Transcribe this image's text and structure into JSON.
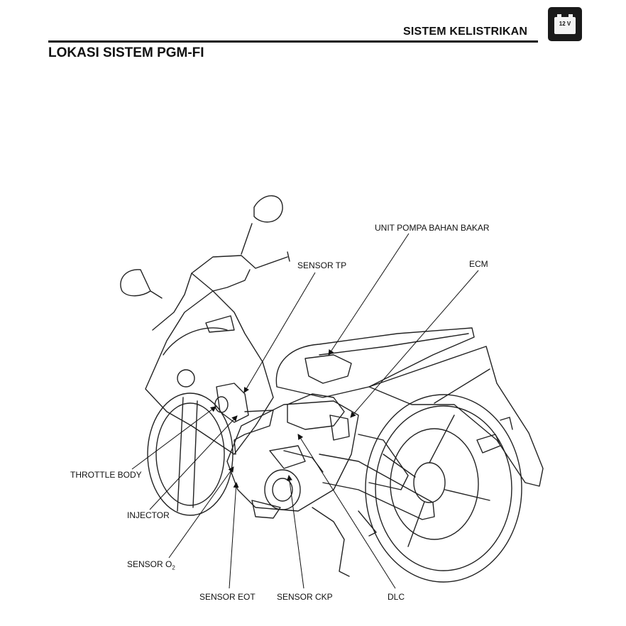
{
  "header": {
    "section_title": "SISTEM KELISTRIKAN",
    "battery_icon_label": "12 V",
    "icon": "battery-12v-icon"
  },
  "page_title": "LOKASI SISTEM PGM-FI",
  "callouts": {
    "fuel_pump": "UNIT POMPA BAHAN BAKAR",
    "sensor_tp": "SENSOR TP",
    "ecm": "ECM",
    "throttle_body": "THROTTLE BODY",
    "injector": "INJECTOR",
    "sensor_o2_prefix": "SENSOR O",
    "sensor_o2_sub": "2",
    "sensor_eot": "SENSOR EOT",
    "sensor_ckp": "SENSOR CKP",
    "dlc": "DLC"
  },
  "illustration": {
    "subject": "motorcycle-line-drawing",
    "line_color": "#222222"
  }
}
